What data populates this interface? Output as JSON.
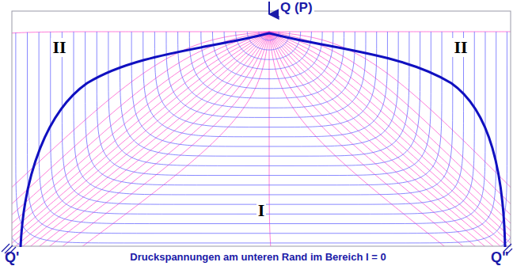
{
  "diagram": {
    "labels": [
      "Q (P)",
      "II",
      "II",
      "I",
      "Q'",
      "Q\"",
      "Druckspannungen am unteren Rand im Bereich I = 0"
    ]
  }
}
